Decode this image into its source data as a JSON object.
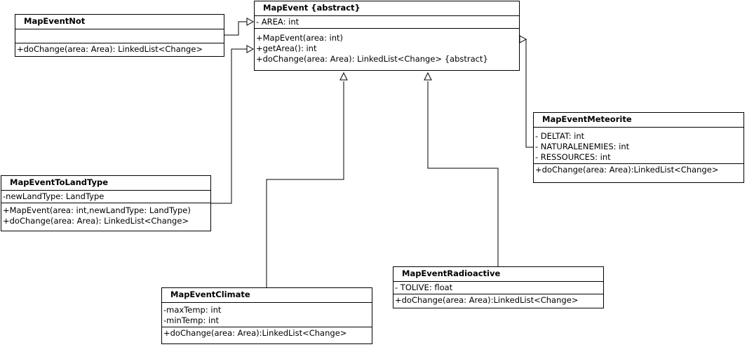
{
  "classes": {
    "mapEvent": {
      "name": "MapEvent {abstract}",
      "attributes": [
        "- AREA: int"
      ],
      "methods": [
        "+MapEvent(area: int)",
        "+getArea(): int",
        "+doChange(area: Area): LinkedList<Change> {abstract}"
      ]
    },
    "mapEventNot": {
      "name": "MapEventNot",
      "attributes": [],
      "methods": [
        "+doChange(area: Area): LinkedList<Change>"
      ]
    },
    "mapEventMeteorite": {
      "name": "MapEventMeteorite",
      "attributes": [
        "- DELTAT: int",
        "- NATURALENEMIES: int",
        "- RESSOURCES: int"
      ],
      "methods": [
        "+doChange(area: Area):LinkedList<Change>"
      ]
    },
    "mapEventToLandType": {
      "name": "MapEventToLandType",
      "attributes": [
        "-newLandType: LandType"
      ],
      "methods": [
        "+MapEvent(area: int,newLandType: LandType)",
        "+doChange(area: Area): LinkedList<Change>"
      ]
    },
    "mapEventRadioactive": {
      "name": "MapEventRadioactive",
      "attributes": [
        "- TOLIVE: float"
      ],
      "methods": [
        "+doChange(area: Area):LinkedList<Change>"
      ]
    },
    "mapEventClimate": {
      "name": "MapEventClimate",
      "attributes": [
        "-maxTemp: int",
        "-minTemp: int"
      ],
      "methods": [
        "+doChange(area: Area):LinkedList<Change>"
      ]
    }
  }
}
